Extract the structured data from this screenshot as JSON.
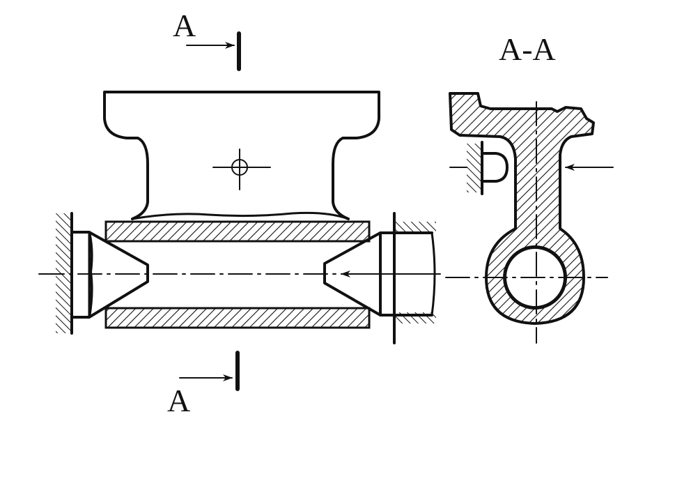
{
  "labels": {
    "section_top": "A",
    "section_bottom": "A",
    "section_view_title": "A-A"
  },
  "colors": {
    "ink": "#111111",
    "paper": "#ffffff"
  }
}
